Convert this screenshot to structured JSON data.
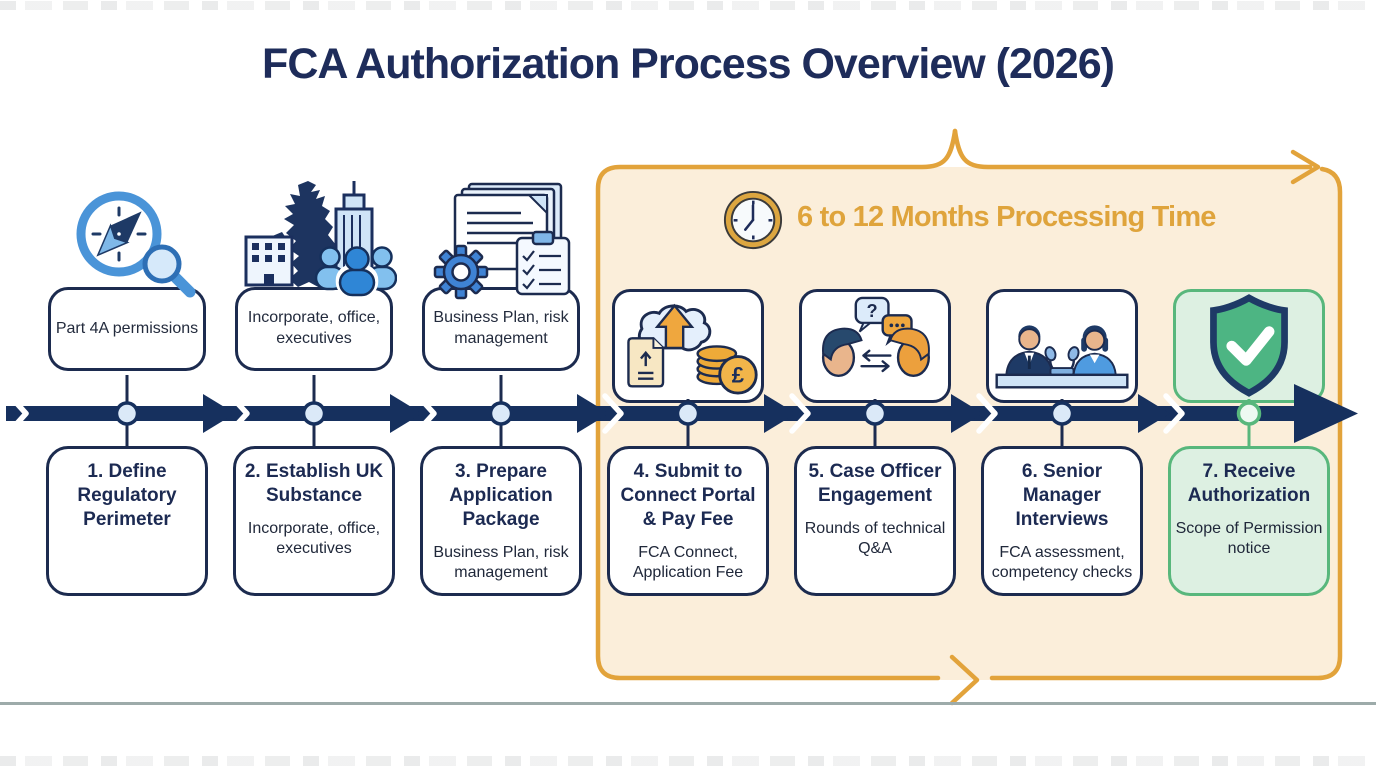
{
  "page": {
    "title": "FCA Authorization Process Overview (2026)"
  },
  "banner": {
    "label": "6 to 12 Months Processing Time",
    "icon": "clock-icon"
  },
  "timeline": {
    "direction": "left-to-right",
    "steps_count": 7
  },
  "steps": [
    {
      "num": 1,
      "title": "1. Define Regulatory Perimeter",
      "subtitle": "",
      "top_label": "Part 4A permissions",
      "icon": "compass-search-icon"
    },
    {
      "num": 2,
      "title": "2. Establish UK Substance",
      "subtitle": "Incorporate, office, executives",
      "top_label": "Incorporate, office, executives",
      "icon": "uk-map-substance-icon"
    },
    {
      "num": 3,
      "title": "3. Prepare Application Package",
      "subtitle": "Business Plan, risk management",
      "top_label": "Business Plan, risk management",
      "icon": "documents-gear-checklist-icon"
    },
    {
      "num": 4,
      "title": "4. Submit to Connect Portal & Pay Fee",
      "subtitle": "FCA Connect, Application Fee",
      "icon": "cloud-upload-payment-icon"
    },
    {
      "num": 5,
      "title": "5. Case Officer Engagement",
      "subtitle": "Rounds of technical Q&A",
      "icon": "qa-discussion-icon"
    },
    {
      "num": 6,
      "title": "6. Senior Manager Interviews",
      "subtitle": "FCA assessment, competency checks",
      "icon": "interview-panel-icon"
    },
    {
      "num": 7,
      "title": "7. Receive Authorization",
      "subtitle": "Scope of Permission notice",
      "icon": "shield-check-icon"
    }
  ],
  "glyphs": {
    "pound": "£",
    "question": "?"
  },
  "colors": {
    "title_navy": "#1E2C5A",
    "box_border_navy": "#1C2B4F",
    "timeline_navy": "#16305E",
    "accent_orange": "#E2A33B",
    "banner_text": "#DFA43C",
    "panel_cream": "#FBEEDA",
    "green_border": "#58B77C",
    "mint_fill": "#DDF0E2",
    "shield_green": "#4DB583"
  }
}
